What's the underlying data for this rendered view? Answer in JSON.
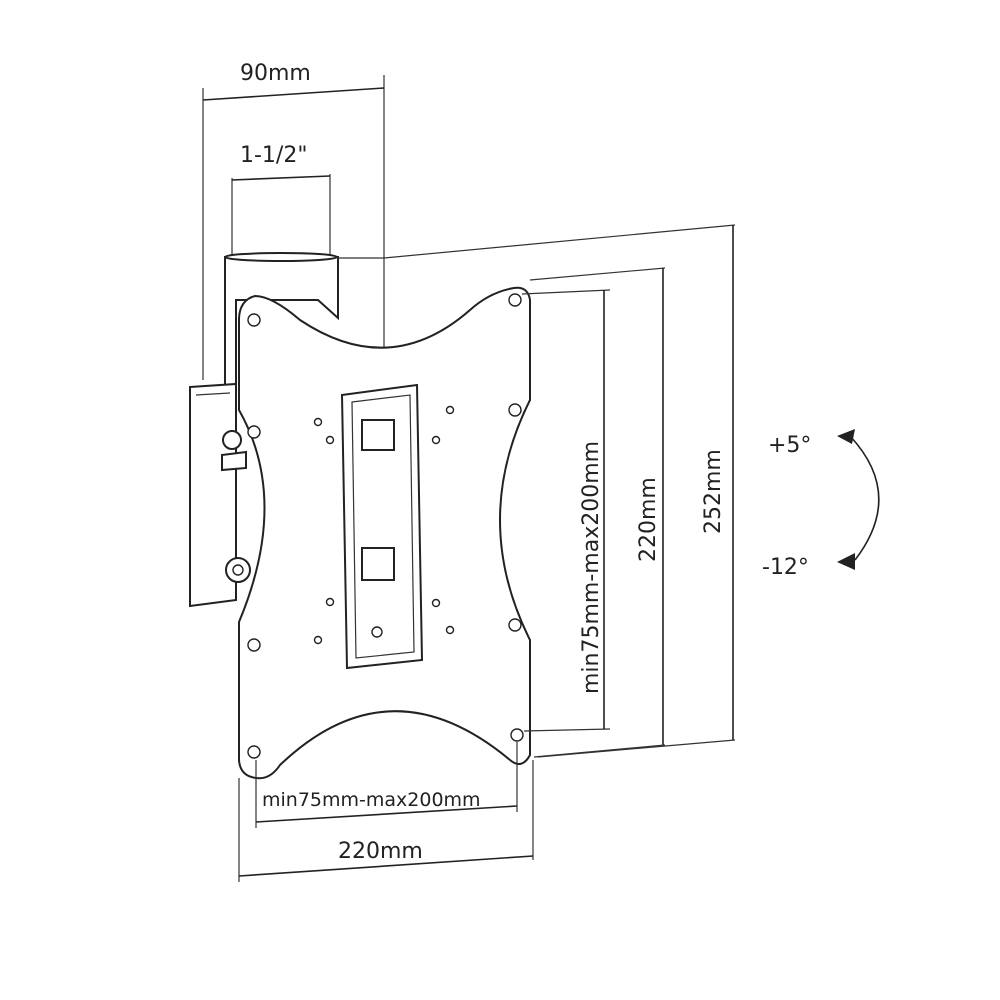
{
  "dimensions": {
    "arm_width": "90mm",
    "pole_diameter": "1-1/2\"",
    "plate_width": "220mm",
    "vesa_horizontal": "min75mm-max200mm",
    "vesa_vertical": "min75mm-max200mm",
    "plate_height": "220mm",
    "overall_height": "252mm"
  },
  "tilt": {
    "up": "+5°",
    "down": "-12°"
  }
}
